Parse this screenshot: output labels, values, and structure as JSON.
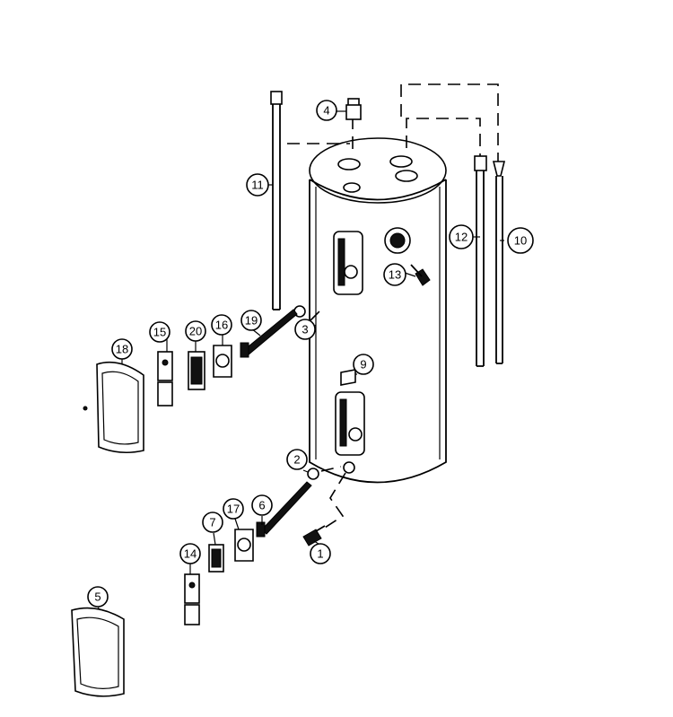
{
  "callouts": {
    "c1": "1",
    "c2": "2",
    "c3": "3",
    "c4": "4",
    "c5": "5",
    "c6": "6",
    "c7": "7",
    "c9": "9",
    "c10": "10",
    "c11": "11",
    "c12": "12",
    "c13": "13",
    "c14": "14",
    "c15": "15",
    "c16": "16",
    "c17": "17",
    "c18": "18",
    "c19": "19",
    "c20": "20"
  }
}
